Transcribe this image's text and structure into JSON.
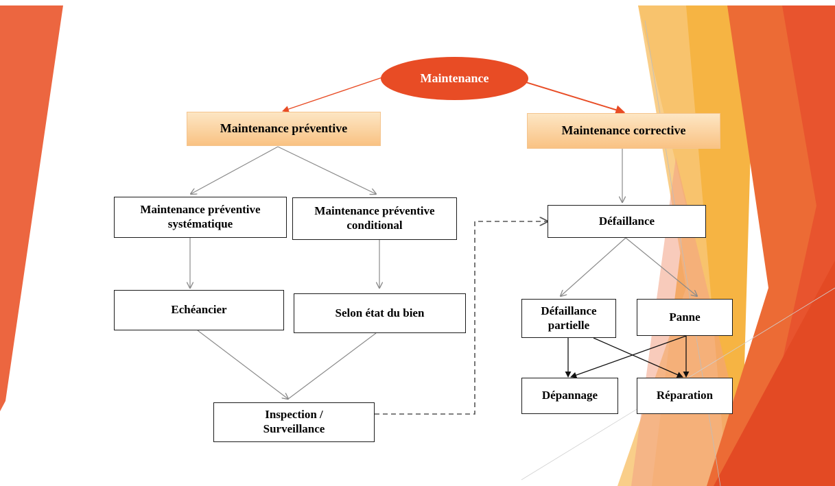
{
  "diagram": {
    "root": "Maintenance",
    "preventive": "Maintenance préventive",
    "corrective": "Maintenance corrective",
    "systematic": "Maintenance préventive systématique",
    "conditional": "Maintenance préventive conditional",
    "schedule": "Echéancier",
    "condition_based": "Selon état du bien",
    "inspection": "Inspection / Surveillance",
    "failure": "Défaillance",
    "partial_failure": "Défaillance partielle",
    "breakdown": "Panne",
    "troubleshooting": "Dépannage",
    "repair": "Réparation"
  },
  "colors": {
    "accent": "#e84c25",
    "header_box": "#f9c283",
    "decor_orange": "#f4a93a",
    "decor_red": "#e8542e"
  }
}
